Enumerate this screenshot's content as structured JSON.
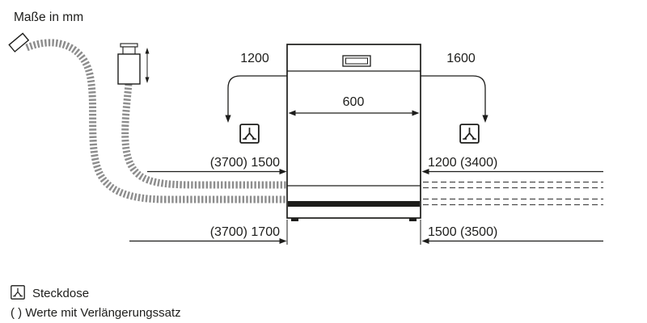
{
  "title": "Maße in mm",
  "diagram": {
    "appliance_width_label": "600",
    "left_socket_distance": "1200",
    "right_socket_distance": "1600",
    "left_mid_dimension": "(3700) 1500",
    "left_bottom_dimension": "(3700) 1700",
    "right_mid_dimension": "1200 (3400)",
    "right_bottom_dimension": "1500 (3500)"
  },
  "legend": {
    "socket_label": "Steckdose",
    "extension_note": "( ) Werte mit Verlängerungssatz"
  },
  "icons": {
    "socket": "socket-icon",
    "hose": "corrugated-hose",
    "nozzle": "hose-end-nozzle",
    "valve": "aquastop-valve"
  },
  "colors": {
    "line": "#1d1d1b",
    "hose": "#8d8d8d",
    "dashed_line": "#4a4a4a",
    "background": "#ffffff"
  }
}
